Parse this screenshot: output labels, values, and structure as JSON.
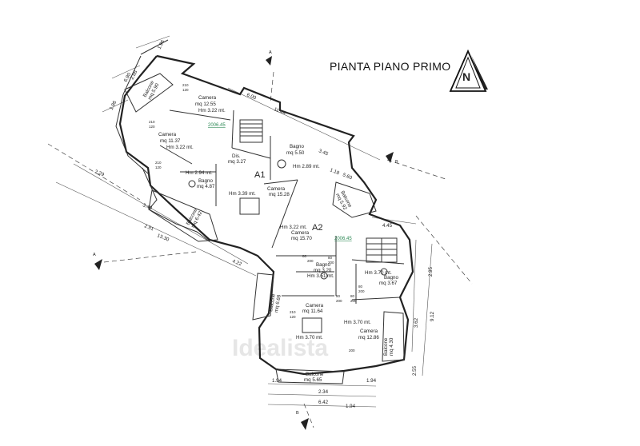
{
  "title": "PIANTA PIANO PRIMO",
  "north_letter": "N",
  "units": [
    "A1",
    "A2"
  ],
  "level_marks": [
    "2006.45",
    "2006.45"
  ],
  "section_marks": [
    "A",
    "A",
    "B",
    "B"
  ],
  "watermark": "Idealista",
  "rooms": [
    {
      "name": "Camera",
      "area": "mq 12.55",
      "height": "Hm 3.22 mt."
    },
    {
      "name": "Camera",
      "area": "mq 11.37",
      "height": "Hm 3.22 mt."
    },
    {
      "name": "Dis.",
      "area": "mq 3.27",
      "height": ""
    },
    {
      "name": "Bagno",
      "area": "mq 5.50",
      "height": "Hm 2.89 mt."
    },
    {
      "name": "Bagno",
      "area": "mq 4.87",
      "height": "Hm 2.94 mt."
    },
    {
      "name": "Camera",
      "area": "mq 15.28",
      "height": "Hm 3.39 mt."
    },
    {
      "name": "Camera",
      "area": "mq 15.70",
      "height": "Hm 3.22 mt."
    },
    {
      "name": "Bagno",
      "area": "mq 3.20",
      "height": "Hm 3.51 mt."
    },
    {
      "name": "Bagno",
      "area": "mq 3.67",
      "height": "Hm 3.70 mt."
    },
    {
      "name": "Camera",
      "area": "mq 11.64",
      "height": "Hm 3.70 mt."
    },
    {
      "name": "Camera",
      "area": "mq 12.86",
      "height": "Hm 3.70 mt."
    }
  ],
  "balconies": [
    {
      "name": "Balcone",
      "area": "mq 5.90"
    },
    {
      "name": "Balcone",
      "area": "mq 5.92"
    },
    {
      "name": "Balcone",
      "area": "mq 6.42"
    },
    {
      "name": "Balcone",
      "area": "mq 6.68"
    },
    {
      "name": "Balcone",
      "area": "mq 4.30"
    },
    {
      "name": "Balcone",
      "area": "mq 5.65"
    }
  ],
  "dimensions": [
    "6.90",
    "1.96",
    "2.88",
    "1.96",
    "6.00",
    "11.49",
    "3.45",
    "1.18",
    "5.60",
    "2.29",
    "3.49",
    "2.91",
    "13.30",
    "4.22",
    "4.45",
    "2.95",
    "9.12",
    "3.62",
    "2.55",
    "1.94",
    "2.34",
    "1.94",
    "6.42",
    "1.94"
  ],
  "openings": [
    "210",
    "120",
    "210",
    "120",
    "210",
    "120",
    "80",
    "200",
    "80",
    "200",
    "80",
    "200",
    "80",
    "200",
    "80",
    "200",
    "210",
    "120",
    "200"
  ]
}
